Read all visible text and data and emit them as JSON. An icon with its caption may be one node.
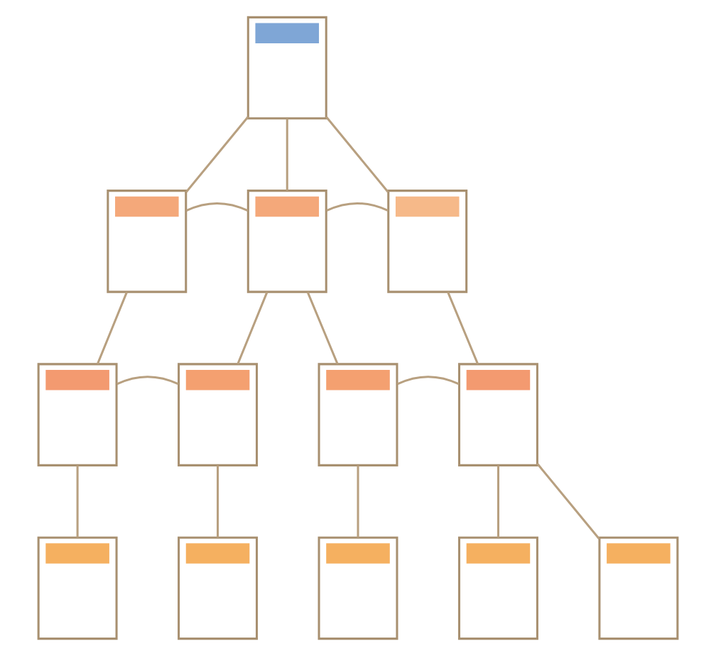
{
  "diagram": {
    "nodes": [
      {
        "text": [],
        "shape": "box"
      },
      {
        "text": [],
        "shape": "box"
      },
      {
        "text": [],
        "shape": "box"
      },
      {
        "text": [],
        "shape": "box"
      },
      {
        "text": [],
        "shape": "box"
      },
      {
        "text": [],
        "shape": "box"
      },
      {
        "text": [],
        "shape": "box"
      },
      {
        "text": [],
        "shape": "box"
      },
      {
        "text": [],
        "shape": "box"
      },
      {
        "text": [],
        "shape": "box"
      },
      {
        "text": [],
        "shape": "box"
      },
      {
        "text": [],
        "shape": "box"
      },
      {
        "text": [],
        "shape": "box"
      }
    ],
    "edges": [
      {
        "from": 0,
        "to": 1,
        "arrow": "none"
      },
      {
        "from": 0,
        "to": 2,
        "arrow": "none"
      },
      {
        "from": 0,
        "to": 3,
        "arrow": "none"
      },
      {
        "from": 1,
        "to": 2,
        "arrow": "none"
      },
      {
        "from": 2,
        "to": 3,
        "arrow": "none"
      },
      {
        "from": 1,
        "to": 4,
        "arrow": "none"
      },
      {
        "from": 2,
        "to": 5,
        "arrow": "none"
      },
      {
        "from": 2,
        "to": 6,
        "arrow": "none"
      },
      {
        "from": 3,
        "to": 7,
        "arrow": "none"
      },
      {
        "from": 4,
        "to": 5,
        "arrow": "none"
      },
      {
        "from": 6,
        "to": 7,
        "arrow": "none"
      },
      {
        "from": 4,
        "to": 8,
        "arrow": "none"
      },
      {
        "from": 5,
        "to": 9,
        "arrow": "none"
      },
      {
        "from": 6,
        "to": 10,
        "arrow": "none"
      },
      {
        "from": 7,
        "to": 11,
        "arrow": "none"
      },
      {
        "from": 7,
        "to": 12,
        "arrow": "none"
      }
    ]
  }
}
